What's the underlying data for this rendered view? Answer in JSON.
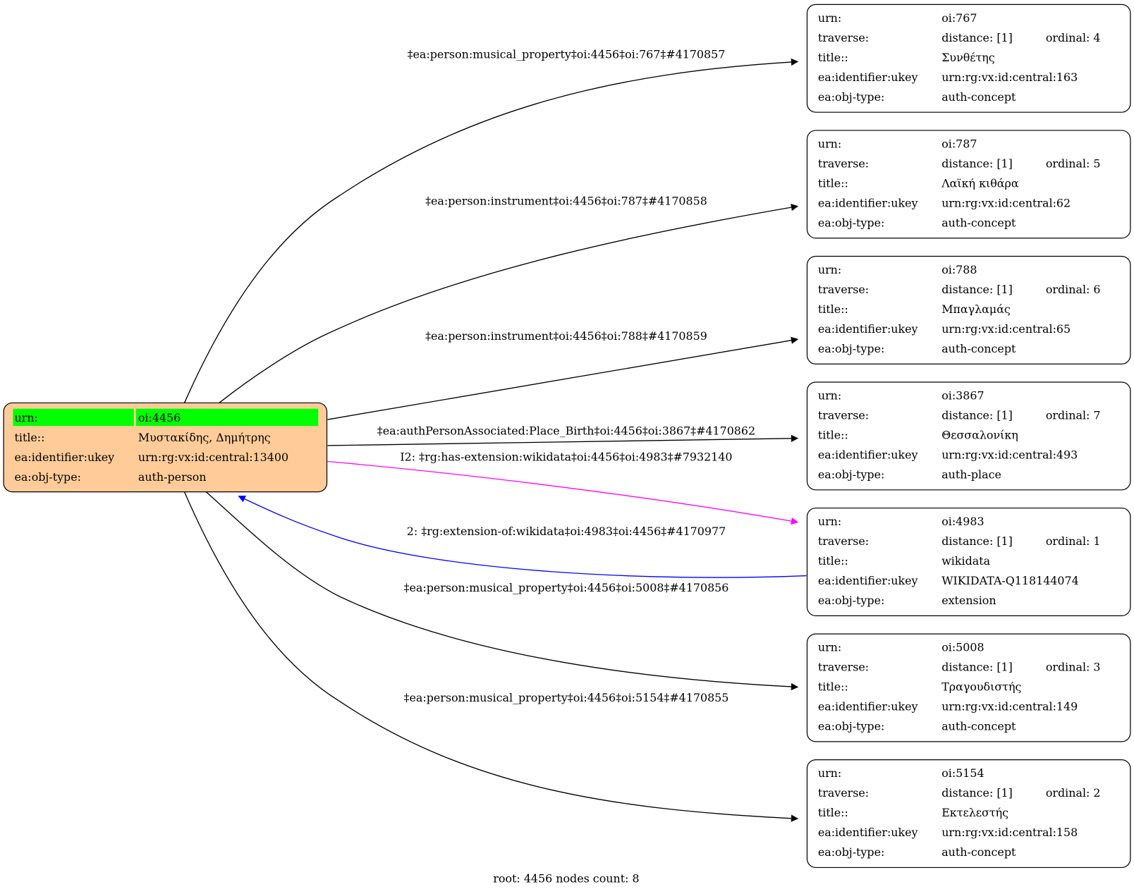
{
  "root": {
    "rows": [
      {
        "key": "urn:",
        "value": "oi:4456"
      },
      {
        "key": "title::",
        "value": "Μυστακίδης, Δημήτρης"
      },
      {
        "key": "ea:identifier:ukey",
        "value": "urn:rg:vx:id:central:13400"
      },
      {
        "key": "ea:obj-type:",
        "value": "auth-person"
      }
    ],
    "fill": "#ffcc99",
    "highlight": "#00ff00"
  },
  "nodes": [
    {
      "urn": "oi:767",
      "distance": "distance: [1]",
      "ordinal": "ordinal: 4",
      "title": "Συνθέτης",
      "ukey": "urn:rg:vx:id:central:163",
      "type": "auth-concept"
    },
    {
      "urn": "oi:787",
      "distance": "distance: [1]",
      "ordinal": "ordinal: 5",
      "title": "Λαϊκή κιθάρα",
      "ukey": "urn:rg:vx:id:central:62",
      "type": "auth-concept"
    },
    {
      "urn": "oi:788",
      "distance": "distance: [1]",
      "ordinal": "ordinal: 6",
      "title": "Μπαγλαμάς",
      "ukey": "urn:rg:vx:id:central:65",
      "type": "auth-concept"
    },
    {
      "urn": "oi:3867",
      "distance": "distance: [1]",
      "ordinal": "ordinal: 7",
      "title": "Θεσσαλονίκη",
      "ukey": "urn:rg:vx:id:central:493",
      "type": "auth-place"
    },
    {
      "urn": "oi:4983",
      "distance": "distance: [1]",
      "ordinal": "ordinal: 1",
      "title": "wikidata",
      "ukey": "WIKIDATA-Q118144074",
      "type": "extension"
    },
    {
      "urn": "oi:5008",
      "distance": "distance: [1]",
      "ordinal": "ordinal: 3",
      "title": "Τραγουδιστής",
      "ukey": "urn:rg:vx:id:central:149",
      "type": "auth-concept"
    },
    {
      "urn": "oi:5154",
      "distance": "distance: [1]",
      "ordinal": "ordinal: 2",
      "title": "Εκτελεστής",
      "ukey": "urn:rg:vx:id:central:158",
      "type": "auth-concept"
    }
  ],
  "node_keys": {
    "urn": "urn:",
    "traverse": "traverse:",
    "title": "title::",
    "ukey": "ea:identifier:ukey",
    "type": "ea:obj-type:"
  },
  "edges": [
    {
      "label": "‡ea:person:musical_property‡oi:4456‡oi:767‡#4170857",
      "color": "#000000"
    },
    {
      "label": "‡ea:person:instrument‡oi:4456‡oi:787‡#4170858",
      "color": "#000000"
    },
    {
      "label": "‡ea:person:instrument‡oi:4456‡oi:788‡#4170859",
      "color": "#000000"
    },
    {
      "label": "‡ea:authPersonAssociated:Place_Birth‡oi:4456‡oi:3867‡#4170862",
      "color": "#000000"
    },
    {
      "label": "I2: ‡rg:has-extension:wikidata‡oi:4456‡oi:4983‡#7932140",
      "color": "#ff00ff"
    },
    {
      "label": "2: ‡rg:extension-of:wikidata‡oi:4983‡oi:4456‡#4170977",
      "color": "#0000ff"
    },
    {
      "label": "‡ea:person:musical_property‡oi:4456‡oi:5008‡#4170856",
      "color": "#000000"
    },
    {
      "label": "‡ea:person:musical_property‡oi:4456‡oi:5154‡#4170855",
      "color": "#000000"
    }
  ],
  "footer": "root: 4456 nodes count: 8"
}
